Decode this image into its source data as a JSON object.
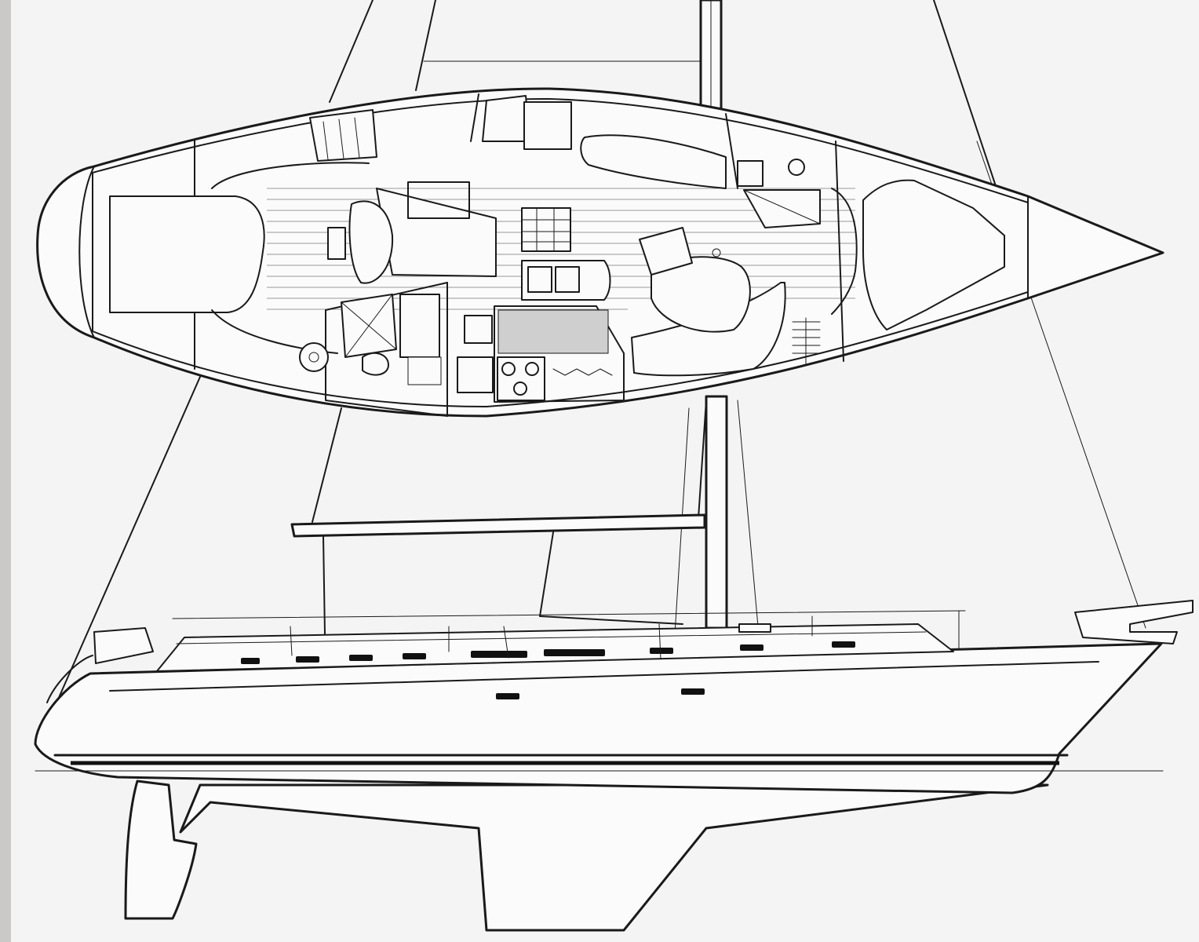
{
  "drawing": {
    "views": [
      {
        "id": "accommodation_plan",
        "kind": "plan-view"
      },
      {
        "id": "sail_plan_profile",
        "kind": "profile-view"
      }
    ],
    "colors": {
      "line": "#1a1a1a",
      "paper": "#f4f4f4",
      "edge_strip": "#cbc9c8",
      "sole_hatch": "#9a9a9a",
      "portlight": "#111111"
    },
    "icons": [
      "sink-icon",
      "stove-icon",
      "toilet-icon",
      "chart-table-icon",
      "mast-icon"
    ]
  }
}
